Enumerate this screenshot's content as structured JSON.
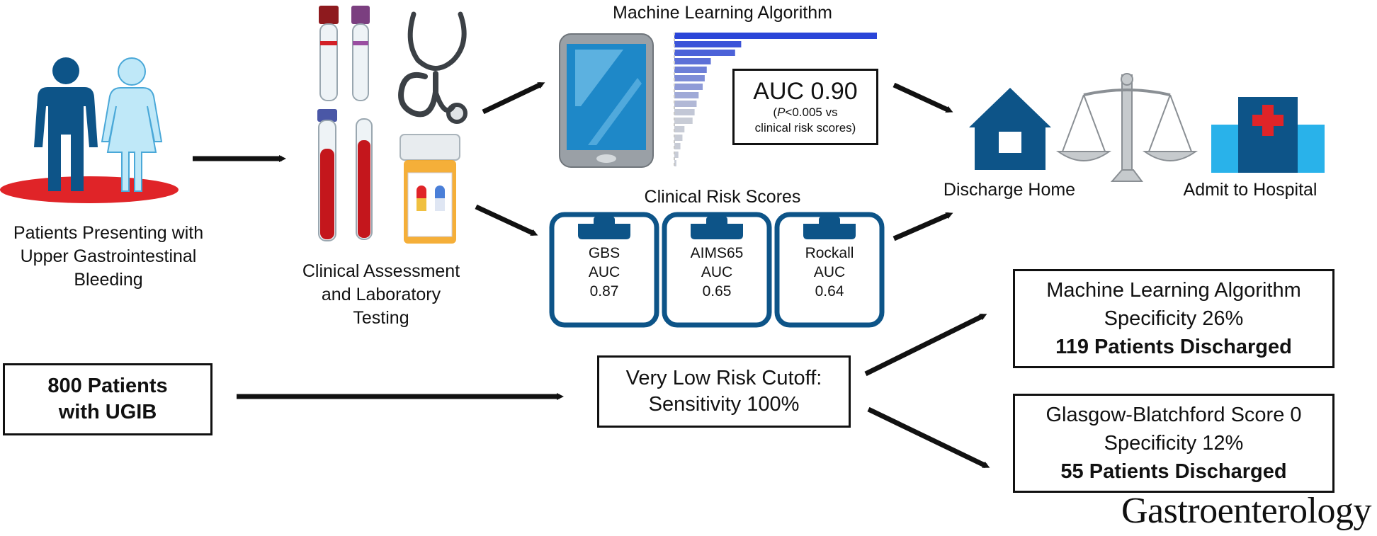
{
  "patients": {
    "label_lines": [
      "Patients Presenting with",
      "Upper Gastrointestinal",
      "Bleeding"
    ],
    "icon": "people-icon"
  },
  "assessment": {
    "label_lines": [
      "Clinical Assessment",
      "and Laboratory",
      "Testing"
    ],
    "icons": [
      "blood-tube-icon",
      "stethoscope-icon",
      "pill-bottle-icon"
    ]
  },
  "ml": {
    "title": "Machine Learning Algorithm",
    "icon": "tablet-icon",
    "auc": {
      "main": "AUC 0.90",
      "p_italic": "P",
      "p_rest": "<0.005 vs",
      "line3": "clinical risk scores)",
      "open_paren": "("
    },
    "bar_values": [
      1.0,
      0.33,
      0.3,
      0.18,
      0.16,
      0.15,
      0.14,
      0.12,
      0.11,
      0.1,
      0.09,
      0.05,
      0.04,
      0.03,
      0.02,
      0.01
    ]
  },
  "clinical_scores": {
    "title": "Clinical Risk Scores",
    "items": [
      {
        "name": "GBS",
        "metric": "AUC",
        "value": "0.87"
      },
      {
        "name": "AIMS65",
        "metric": "AUC",
        "value": "0.65"
      },
      {
        "name": "Rockall",
        "metric": "AUC",
        "value": "0.64"
      }
    ]
  },
  "outcome": {
    "discharge_label": "Discharge Home",
    "admit_label": "Admit to Hospital",
    "icons": [
      "house-icon",
      "scales-icon",
      "hospital-icon"
    ]
  },
  "cohort": {
    "line1": "800 Patients",
    "line2": "with UGIB"
  },
  "cutoff": {
    "line1": "Very Low Risk Cutoff:",
    "line2": "Sensitivity 100%"
  },
  "result_ml": {
    "line1": "Machine Learning Algorithm",
    "line2": "Specificity 26%",
    "line3": "119 Patients Discharged"
  },
  "result_gbs": {
    "line1": "Glasgow-Blatchford Score 0",
    "line2": "Specificity 12%",
    "line3": "55 Patients Discharged"
  },
  "journal": "Gastroenterology",
  "colors": {
    "navy": "#0d5488",
    "light_blue": "#bfe8f8",
    "red": "#e02428",
    "blood": "#c4161c",
    "bar_blue": "#2a45d8"
  }
}
